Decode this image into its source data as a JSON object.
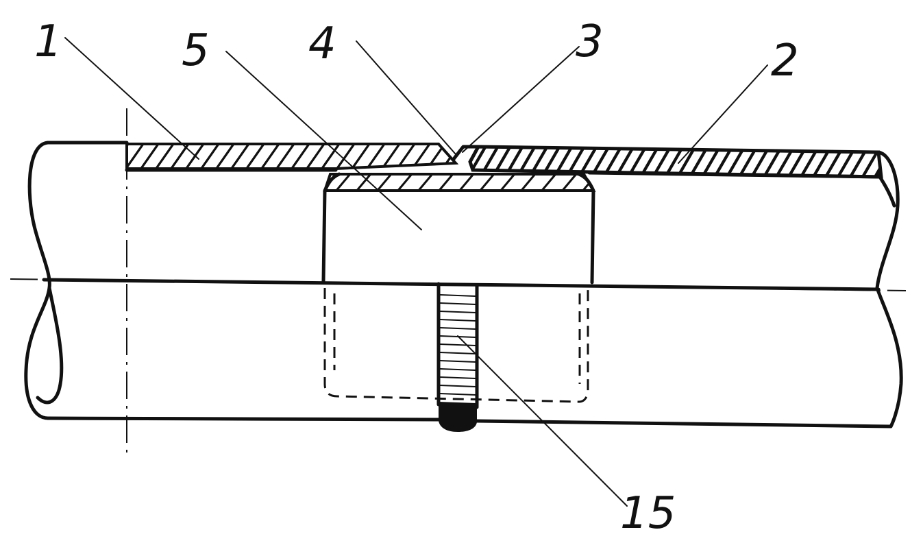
{
  "labels": {
    "part_1": "1",
    "part_2": "2",
    "part_3": "3",
    "part_4": "4",
    "part_5": "5",
    "part_15": "15"
  },
  "colors": {
    "ink": "#111111",
    "paper": "#ffffff"
  }
}
